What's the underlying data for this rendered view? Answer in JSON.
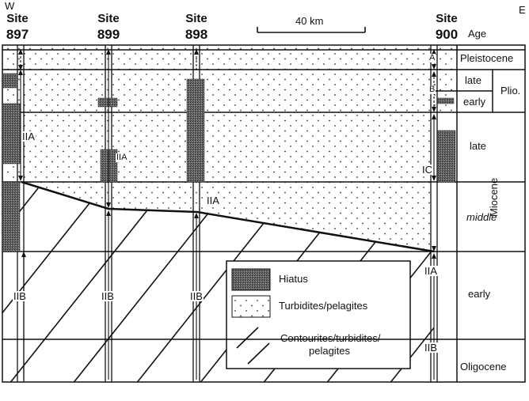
{
  "compass": {
    "west": "W",
    "east": "E"
  },
  "sites": [
    {
      "word": "Site",
      "number": "897"
    },
    {
      "word": "Site",
      "number": "899"
    },
    {
      "word": "Site",
      "number": "898"
    },
    {
      "word": "Site",
      "number": "900"
    }
  ],
  "scale_bar": {
    "label": "40 km"
  },
  "age_column": {
    "header": "Age",
    "pleistocene": "Pleistocene",
    "plio_late": "late",
    "plio_early": "early",
    "pliocene": "Plio.",
    "miocene_late": "late",
    "miocene_middle": "middle",
    "miocene_early": "early",
    "miocene": "Miocene",
    "oligocene": "Oligocene"
  },
  "units": {
    "a": "A",
    "b": "B",
    "ic": "IC",
    "iia_897": "IIA",
    "iia_899": "IIA",
    "iia_898": "IIA",
    "iia_900": "IIA",
    "iib_897": "IIB",
    "iib_899": "IIB",
    "iib_898": "IIB",
    "iib_900": "IIB"
  },
  "legend": {
    "hiatus": "Hiatus",
    "turbidites": "Turbidites/pelagites",
    "contourites_1": "Contourites/turbidites/",
    "contourites_2": "pelagites"
  },
  "colors": {
    "ink": "#111111",
    "hiatus": "#555555",
    "background": "#ffffff"
  }
}
